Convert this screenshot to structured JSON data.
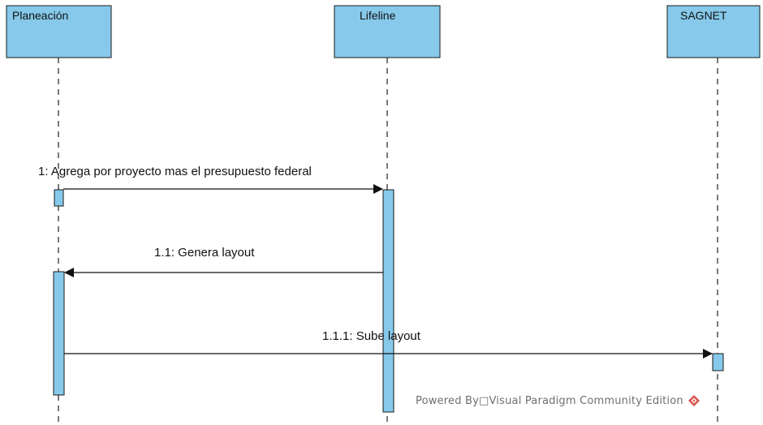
{
  "lifelines": [
    {
      "name": "Planeación"
    },
    {
      "name": "Lifeline"
    },
    {
      "name": "SAGNET"
    }
  ],
  "messages": [
    {
      "label": "1: Agrega por proyecto mas el presupuesto federal",
      "from": "Planeación",
      "to": "Lifeline"
    },
    {
      "label": "1.1: Genera layout",
      "from": "Lifeline",
      "to": "Planeación"
    },
    {
      "label": "1.1.1: Sube layout",
      "from": "Planeación",
      "to": "SAGNET"
    }
  ],
  "watermark": {
    "text": "Powered By□Visual Paradigm Community Edition",
    "logo_color": "#d9534f",
    "logo_icon": "visual-paradigm-logo-icon"
  },
  "colors": {
    "lifeline_fill": "#86c9ea",
    "line": "#111111"
  }
}
